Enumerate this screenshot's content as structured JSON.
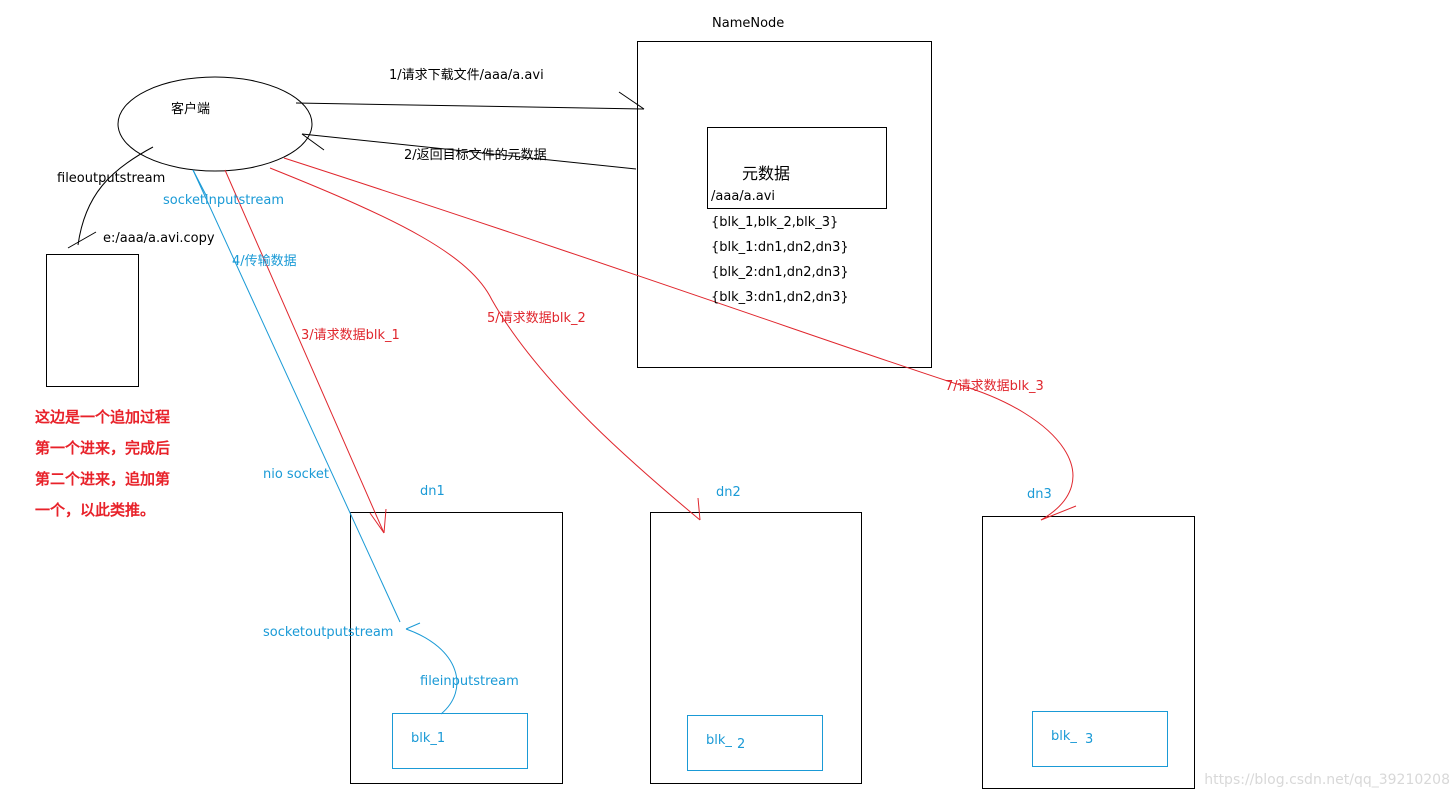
{
  "namenode": {
    "title": "NameNode",
    "metadata_label": "元数据",
    "file_path": "/aaa/a.avi",
    "lines": [
      "{blk_1,blk_2,blk_3}",
      "{blk_1:dn1,dn2,dn3}",
      "{blk_2:dn1,dn2,dn3}",
      "{blk_3:dn1,dn2,dn3}"
    ]
  },
  "client": {
    "label": "客户端"
  },
  "local_file": {
    "path": "e:/aaa/a.avi.copy"
  },
  "steps": {
    "s1": "1/请求下载文件/aaa/a.avi",
    "s2": "2/返回目标文件的元数据",
    "s3": "3/请求数据blk_1",
    "s4": "4/传输数据",
    "s5": "5/请求数据blk_2",
    "s7": "7/请求数据blk_3"
  },
  "streams": {
    "fileoutputstream": "fileoutputstream",
    "socketinputstream": "socketinputstream",
    "nio_socket": "nio  socket",
    "socketoutputstream": "socketoutputstream",
    "fileinputstream": "fileinputstream"
  },
  "datanodes": [
    {
      "name": "dn1",
      "block_a": "blk_1",
      "block_b": ""
    },
    {
      "name": "dn2",
      "block_a": "blk_",
      "block_b": "2"
    },
    {
      "name": "dn3",
      "block_a": "blk_",
      "block_b": "3"
    }
  ],
  "note_lines": [
    "这边是一个追加过程",
    "第一个进来，完成后",
    "第二个进来，追加第",
    "一个，以此类推。"
  ],
  "watermark": "https://blog.csdn.net/qq_39210208",
  "colors": {
    "black": "#000000",
    "red": "#e0262d",
    "blue": "#1a9ad6",
    "note": "#e8222a"
  }
}
